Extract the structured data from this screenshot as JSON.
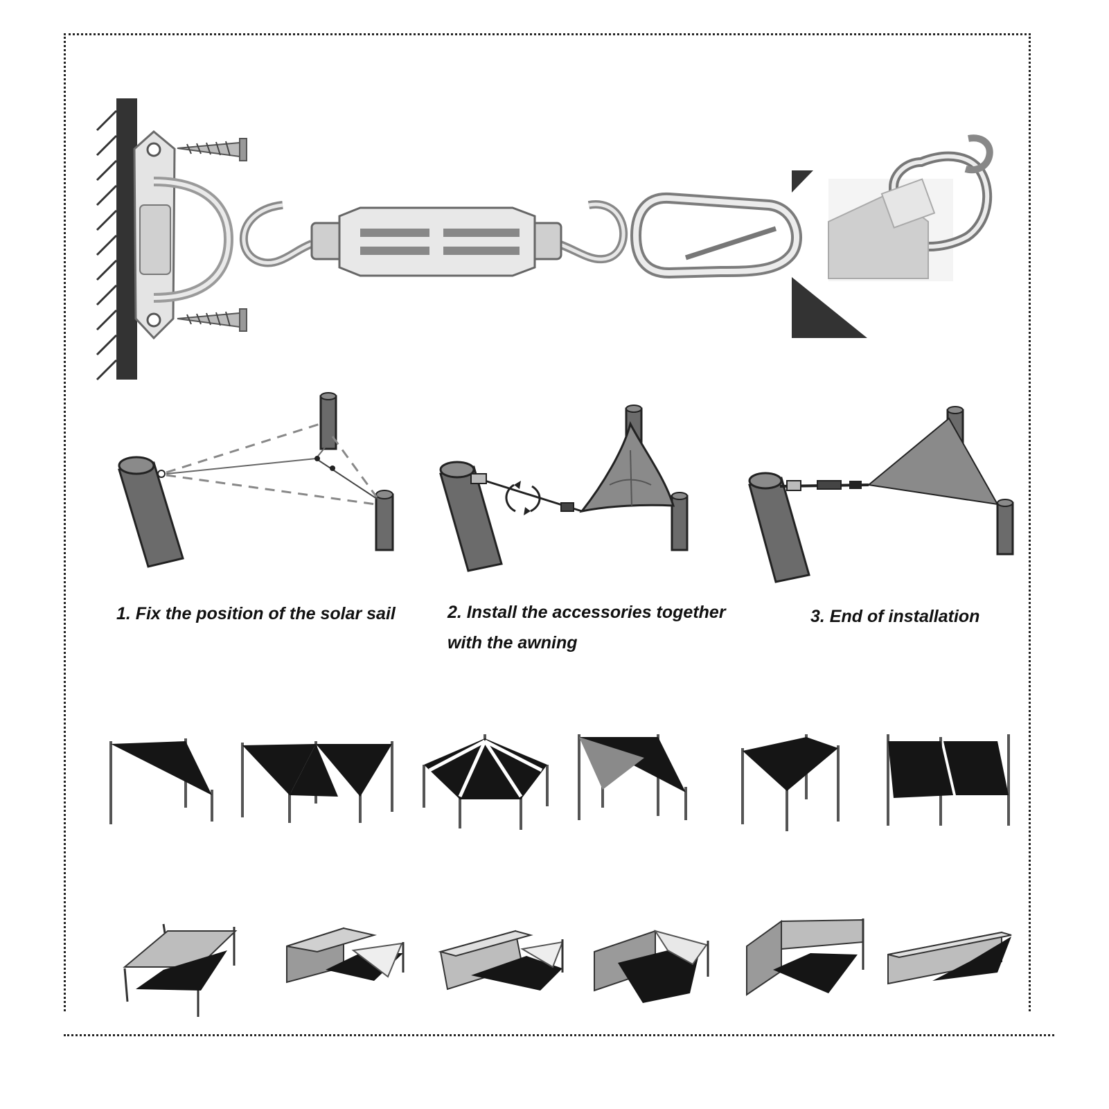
{
  "steps": [
    {
      "label": "1. Fix the position of the solar sail"
    },
    {
      "label": "2. Install the accessories together",
      "label_line2": "with the awning"
    },
    {
      "label": "3. End of installation"
    }
  ],
  "colors": {
    "ink": "#1f1f1f",
    "metal": "#d9d9d9",
    "metal_dark": "#7a7a7a",
    "sail_dark": "#151515",
    "sail_grey": "#8a8a8a",
    "post_grey": "#6b6b6b",
    "wall": "#333333"
  },
  "icons": {
    "hardware": [
      "pad-eye-plate-icon",
      "screw-icon",
      "turnbuckle-icon",
      "carabiner-icon",
      "d-ring-icon"
    ],
    "layouts_row1": [
      "single-triangle-sail-icon",
      "double-triangle-sail-icon",
      "multi-triangle-sail-icon",
      "overlapping-sail-icon",
      "square-sail-icon",
      "double-rectangle-sail-icon"
    ],
    "layouts_row2": [
      "layered-sails-icon",
      "wall-mounted-sail-icon",
      "wall-mounted-sail-icon",
      "wall-mounted-sail-icon",
      "corner-wall-sail-icon",
      "wall-mounted-sail-icon"
    ]
  }
}
